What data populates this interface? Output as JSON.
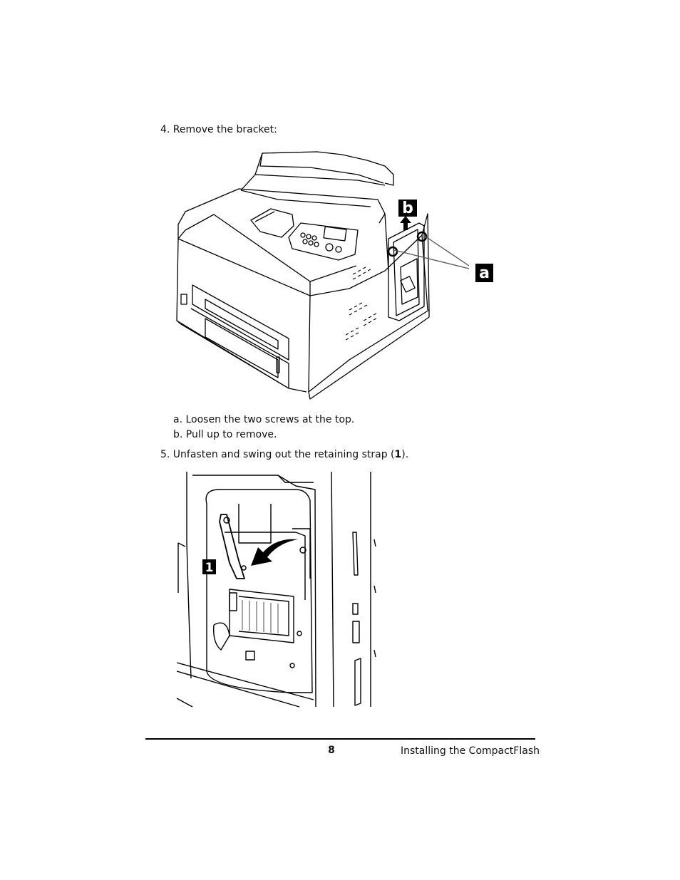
{
  "steps": {
    "step4": "4. Remove the bracket:",
    "sub_a": "a. Loosen the two screws at the top.",
    "sub_b": "b. Pull up to remove.",
    "step5_pre": "5. Unfasten and swing out the retaining strap (",
    "step5_num": "1",
    "step5_post": ")."
  },
  "figure1": {
    "callout_a": "a",
    "callout_b": "b"
  },
  "figure2": {
    "callout_1": "1"
  },
  "footer": {
    "page_number": "8",
    "section_title": "Installing the CompactFlash"
  }
}
